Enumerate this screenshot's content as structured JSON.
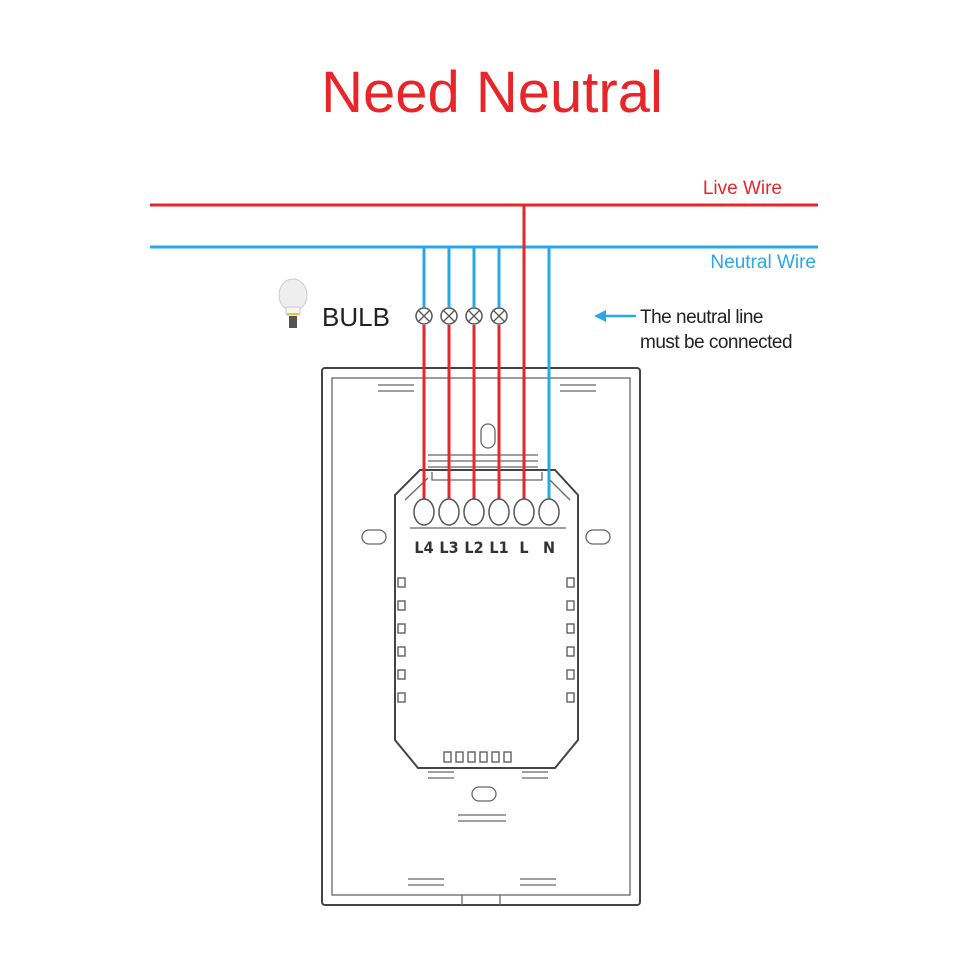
{
  "title": "Need Neutral",
  "live_wire_label": "Live Wire",
  "neutral_wire_label": "Neutral Wire",
  "bulb_label": "BULB",
  "note": {
    "line1": "The neutral line",
    "line2": "must be connected"
  },
  "terminals": [
    "L4",
    "L3",
    "L2",
    "L1",
    "L",
    "N"
  ],
  "colors": {
    "live": "#e8262a",
    "neutral": "#2aa7e6"
  }
}
